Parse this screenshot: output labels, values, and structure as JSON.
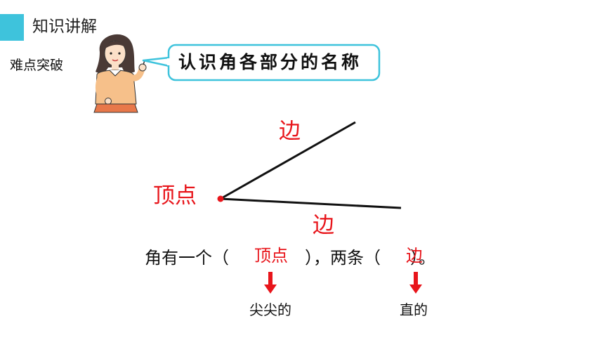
{
  "header": {
    "section_title": "知识讲解",
    "subtitle": "难点突破"
  },
  "bubble": {
    "text": "认识角各部分的名称"
  },
  "diagram": {
    "label_top_side": "边",
    "label_vertex": "顶点",
    "label_bottom_side": "边"
  },
  "sentence": {
    "part1": "角有一个（",
    "answer1": "顶点",
    "part2": "），两条（",
    "answer2": "边",
    "part3": "）。"
  },
  "notes": {
    "vertex_note": "尖尖的",
    "side_note": "直的"
  },
  "colors": {
    "accent": "#3ec3dc",
    "red": "#e8151b",
    "bubble_border": "#3ec3dc"
  }
}
